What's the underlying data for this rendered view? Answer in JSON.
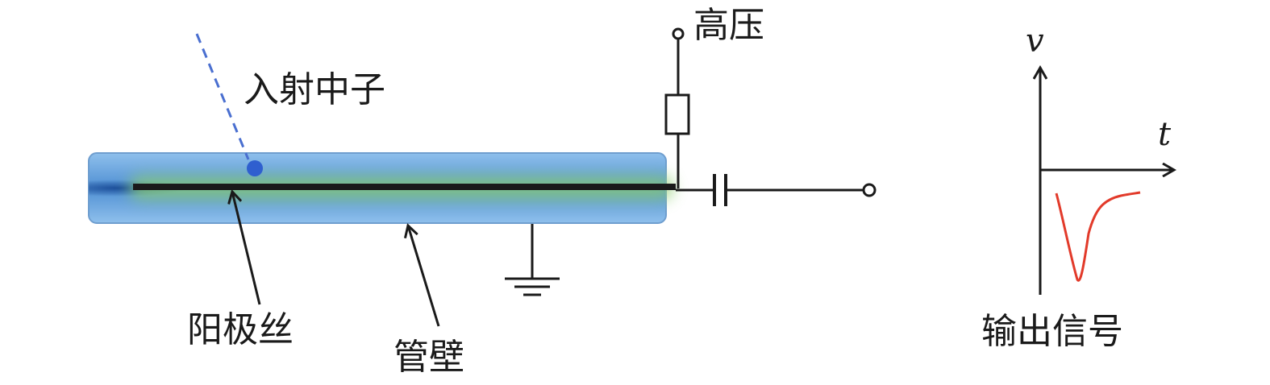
{
  "labels": {
    "incident_neutron": "入射中子",
    "high_voltage": "高压",
    "anode_wire": "阳极丝",
    "tube_wall": "管壁",
    "output_signal": "输出信号",
    "axis_v": "v",
    "axis_t": "t"
  },
  "colors": {
    "tube_blue": "#5b9bd5",
    "tube_glow": "#7fc07f",
    "neutron_path": "#4a6fd0",
    "neutron_dot": "#3060d0",
    "signal": "#e23a2a",
    "wire": "#1a1a1a"
  },
  "icons": {
    "terminal": "open-circle-terminal",
    "ground": "ground-symbol",
    "resistor": "resistor-symbol",
    "capacitor": "capacitor-symbol"
  }
}
